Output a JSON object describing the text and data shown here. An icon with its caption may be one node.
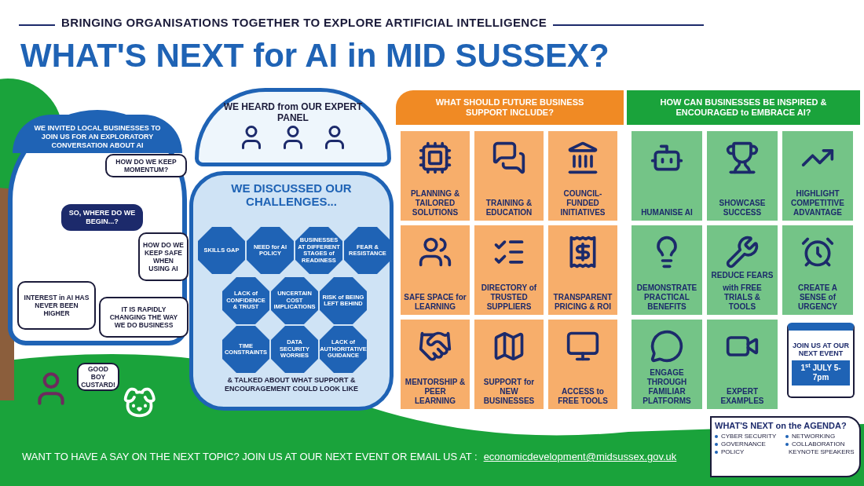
{
  "diagram": {
    "title": "WHAT'S NEXT for AI in MID SUSSEX?",
    "nodes": [
      {
        "text": [
          "WE INVITED LOCAL BUSINESSES TO JOIN US FOR AN EXPLORATORY CONVERSATION ABOUT AI"
        ]
      },
      {
        "text": [
          "HOW DO WE KEEP MOMENTUM?"
        ],
        "in": 0
      },
      {
        "text": [
          "SO, WHERE DO WE BEGIN...?"
        ],
        "in": 0
      },
      {
        "text": [
          "HOW DO WE KEEP SAFE WHEN USING AI"
        ],
        "in": 0
      },
      {
        "text": [
          "INTEREST in AI HAS NEVER BEEN HIGHER"
        ],
        "in": 0
      },
      {
        "text": [
          "IT IS RAPIDLY CHANGING THE WAY WE DO BUSINESS"
        ],
        "in": 0
      },
      {
        "text": [
          "WE HEARD from OUR EXPERT PANEL"
        ]
      },
      {
        "text": [
          "WE DISCUSSED OUR CHALLENGES...",
          "& TALKED ABOUT WHAT SUPPORT & ENCOURAGEMENT COULD LOOK LIKE"
        ]
      },
      {
        "text": [
          "SKILLS GAP"
        ],
        "in": 7
      },
      {
        "text": [
          "NEED for AI POLICY"
        ],
        "in": 7
      },
      {
        "text": [
          "BUSINESSES AT DIFFERENT STAGES of READINESS"
        ],
        "in": 7
      },
      {
        "text": [
          "FEAR & RESISTANCE"
        ],
        "in": 7
      },
      {
        "text": [
          "LACK of CONFIDENCE & TRUST"
        ],
        "in": 7
      },
      {
        "text": [
          "UNCERTAIN COST IMPLICATIONS"
        ],
        "in": 7
      },
      {
        "text": [
          "RISK of BEING LEFT BEHIND"
        ],
        "in": 7
      },
      {
        "text": [
          "TIME CONSTRAINTS"
        ],
        "in": 7
      },
      {
        "text": [
          "DATA SECURITY WORRIES"
        ],
        "in": 7
      },
      {
        "text": [
          "LACK of AUTHORITATIVE GUIDANCE"
        ],
        "in": 7
      },
      {
        "text": [
          "WHAT SHOULD FUTURE BUSINESS SUPPORT INCLUDE?"
        ]
      },
      {
        "text": [
          "PLANNING & TAILORED SOLUTIONS"
        ]
      },
      {
        "text": [
          "TRAINING & EDUCATION"
        ]
      },
      {
        "text": [
          "COUNCIL-FUNDED INITIATIVES"
        ]
      },
      {
        "text": [
          "SAFE SPACE for LEARNING"
        ]
      },
      {
        "text": [
          "DIRECTORY of TRUSTED SUPPLIERS"
        ]
      },
      {
        "text": [
          "TRANSPARENT PRICING & ROI"
        ]
      },
      {
        "text": [
          "MENTORSHIP & PEER LEARNING"
        ]
      },
      {
        "text": [
          "SUPPORT for NEW BUSINESSES"
        ]
      },
      {
        "text": [
          "ACCESS to FREE TOOLS"
        ]
      },
      {
        "text": [
          "HOW CAN BUSINESSES BE INSPIRED & ENCOURAGED to EMBRACE AI?"
        ]
      },
      {
        "text": [
          "HUMANISE AI"
        ]
      },
      {
        "text": [
          "SHOWCASE SUCCESS"
        ]
      },
      {
        "text": [
          "HIGHLIGHT COMPETITIVE ADVANTAGE"
        ]
      },
      {
        "text": [
          "DEMONSTRATE PRACTICAL BENEFITS"
        ]
      },
      {
        "text": [
          "REDUCE FEARS",
          "with FREE TRIALS & TOOLS"
        ]
      },
      {
        "text": [
          "CREATE A SENSE of URGENCY"
        ]
      },
      {
        "text": [
          "ENGAGE THROUGH FAMILIAR PLATFORMS"
        ]
      },
      {
        "text": [
          "EXPERT EXAMPLES"
        ]
      },
      {
        "text": [
          "JOIN US AT OUR NEXT EVENT",
          "1$^{st}$ JULY 5-7pm"
        ]
      },
      {
        "text": [
          "WHAT'S NEXT on the AGENDA?",
          "CYBER SECURITY",
          "GOVERNANCE",
          "POLICY",
          "NETWORKING",
          "COLLABORATION",
          "KEYNOTE SPEAKERS"
        ]
      },
      {
        "text": [
          "GOOD BOY CUSTARD!"
        ]
      }
    ],
    "labels": [
      "BRINGING ORGANISATIONS TOGETHER TO EXPLORE ARTIFICIAL INTELLIGENCE",
      "WANT TO HAVE A SAY ON THE NEXT TOPIC? JOIN US AT OUR NEXT EVENT OR EMAIL US AT :",
      "economicdevelopment@midsussex.gov.uk"
    ]
  }
}
